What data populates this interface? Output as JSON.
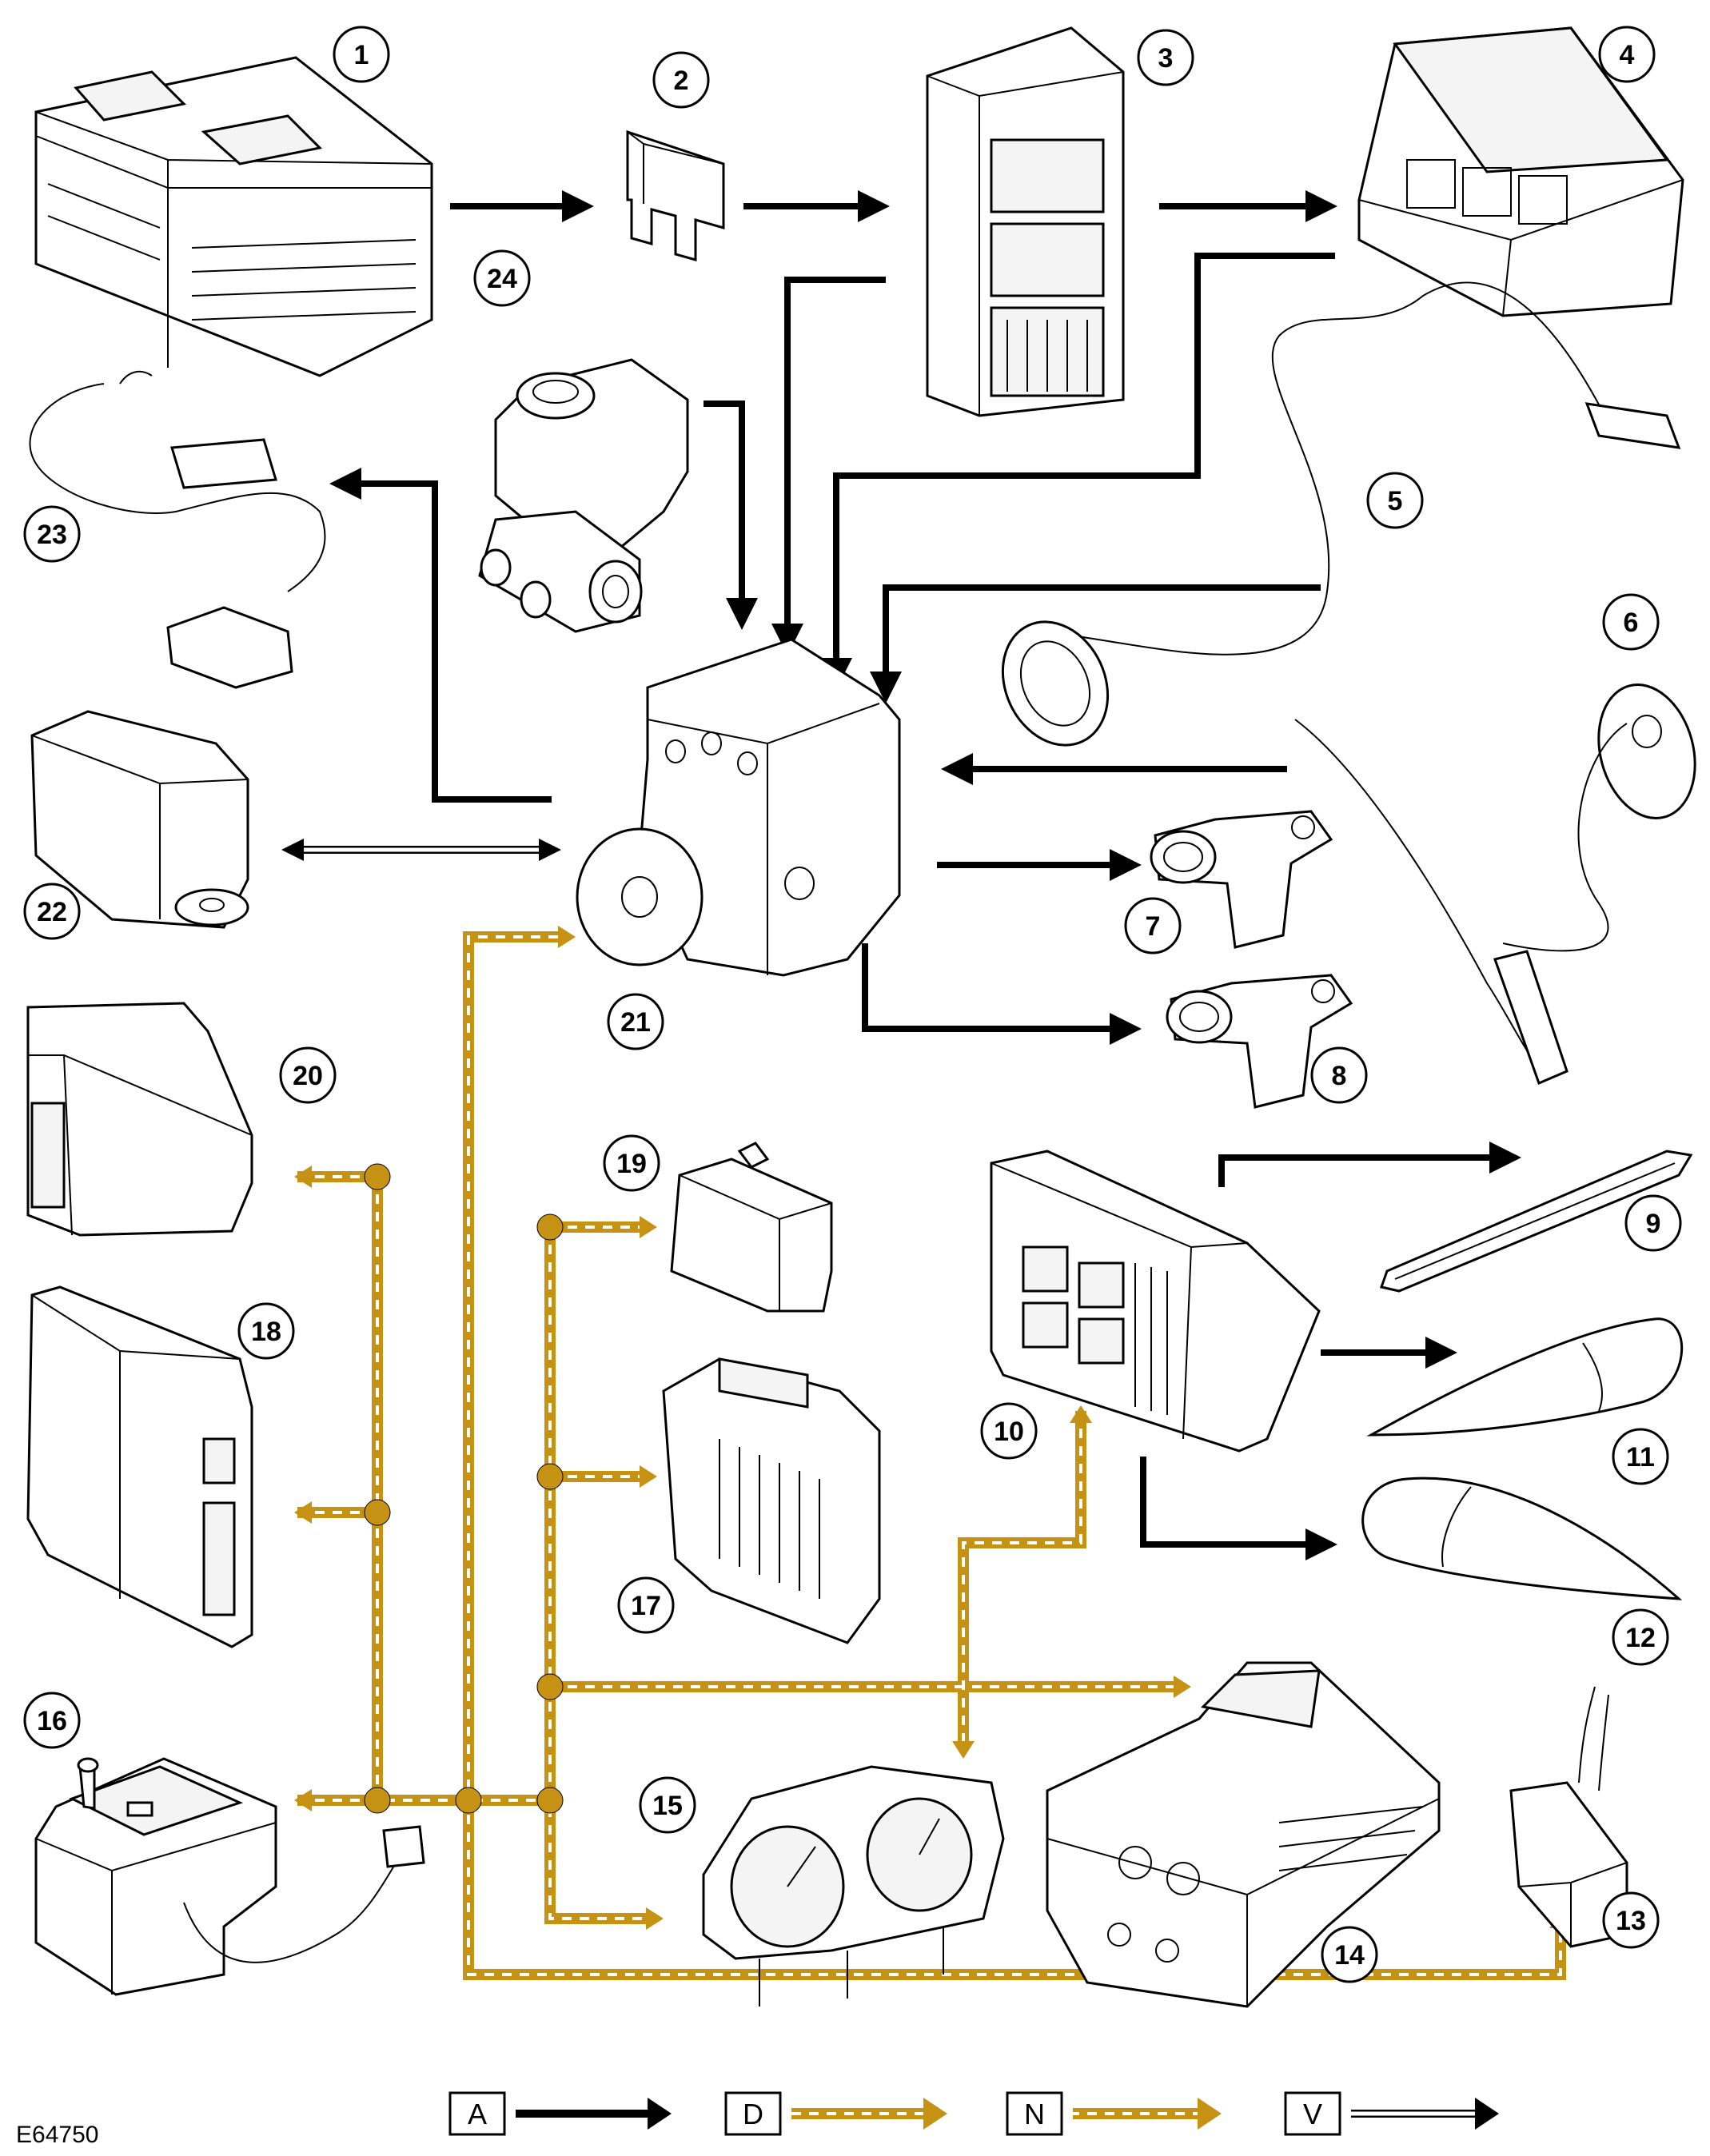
{
  "diagram_ref": "E64750",
  "colors": {
    "can_gold": "#C69214",
    "line_black": "#000000",
    "background": "#ffffff"
  },
  "component_numbers": [
    "1",
    "2",
    "3",
    "4",
    "5",
    "6",
    "7",
    "8",
    "9",
    "10",
    "11",
    "12",
    "13",
    "14",
    "15",
    "16",
    "17",
    "18",
    "19",
    "20",
    "21",
    "22",
    "23",
    "24"
  ],
  "key": [
    {
      "letter": "A",
      "style": "solid-black-arrow"
    },
    {
      "letter": "D",
      "style": "dashed-gold-arrow"
    },
    {
      "letter": "N",
      "style": "solid-gold-arrow"
    },
    {
      "letter": "V",
      "style": "double-line-arrow"
    }
  ]
}
